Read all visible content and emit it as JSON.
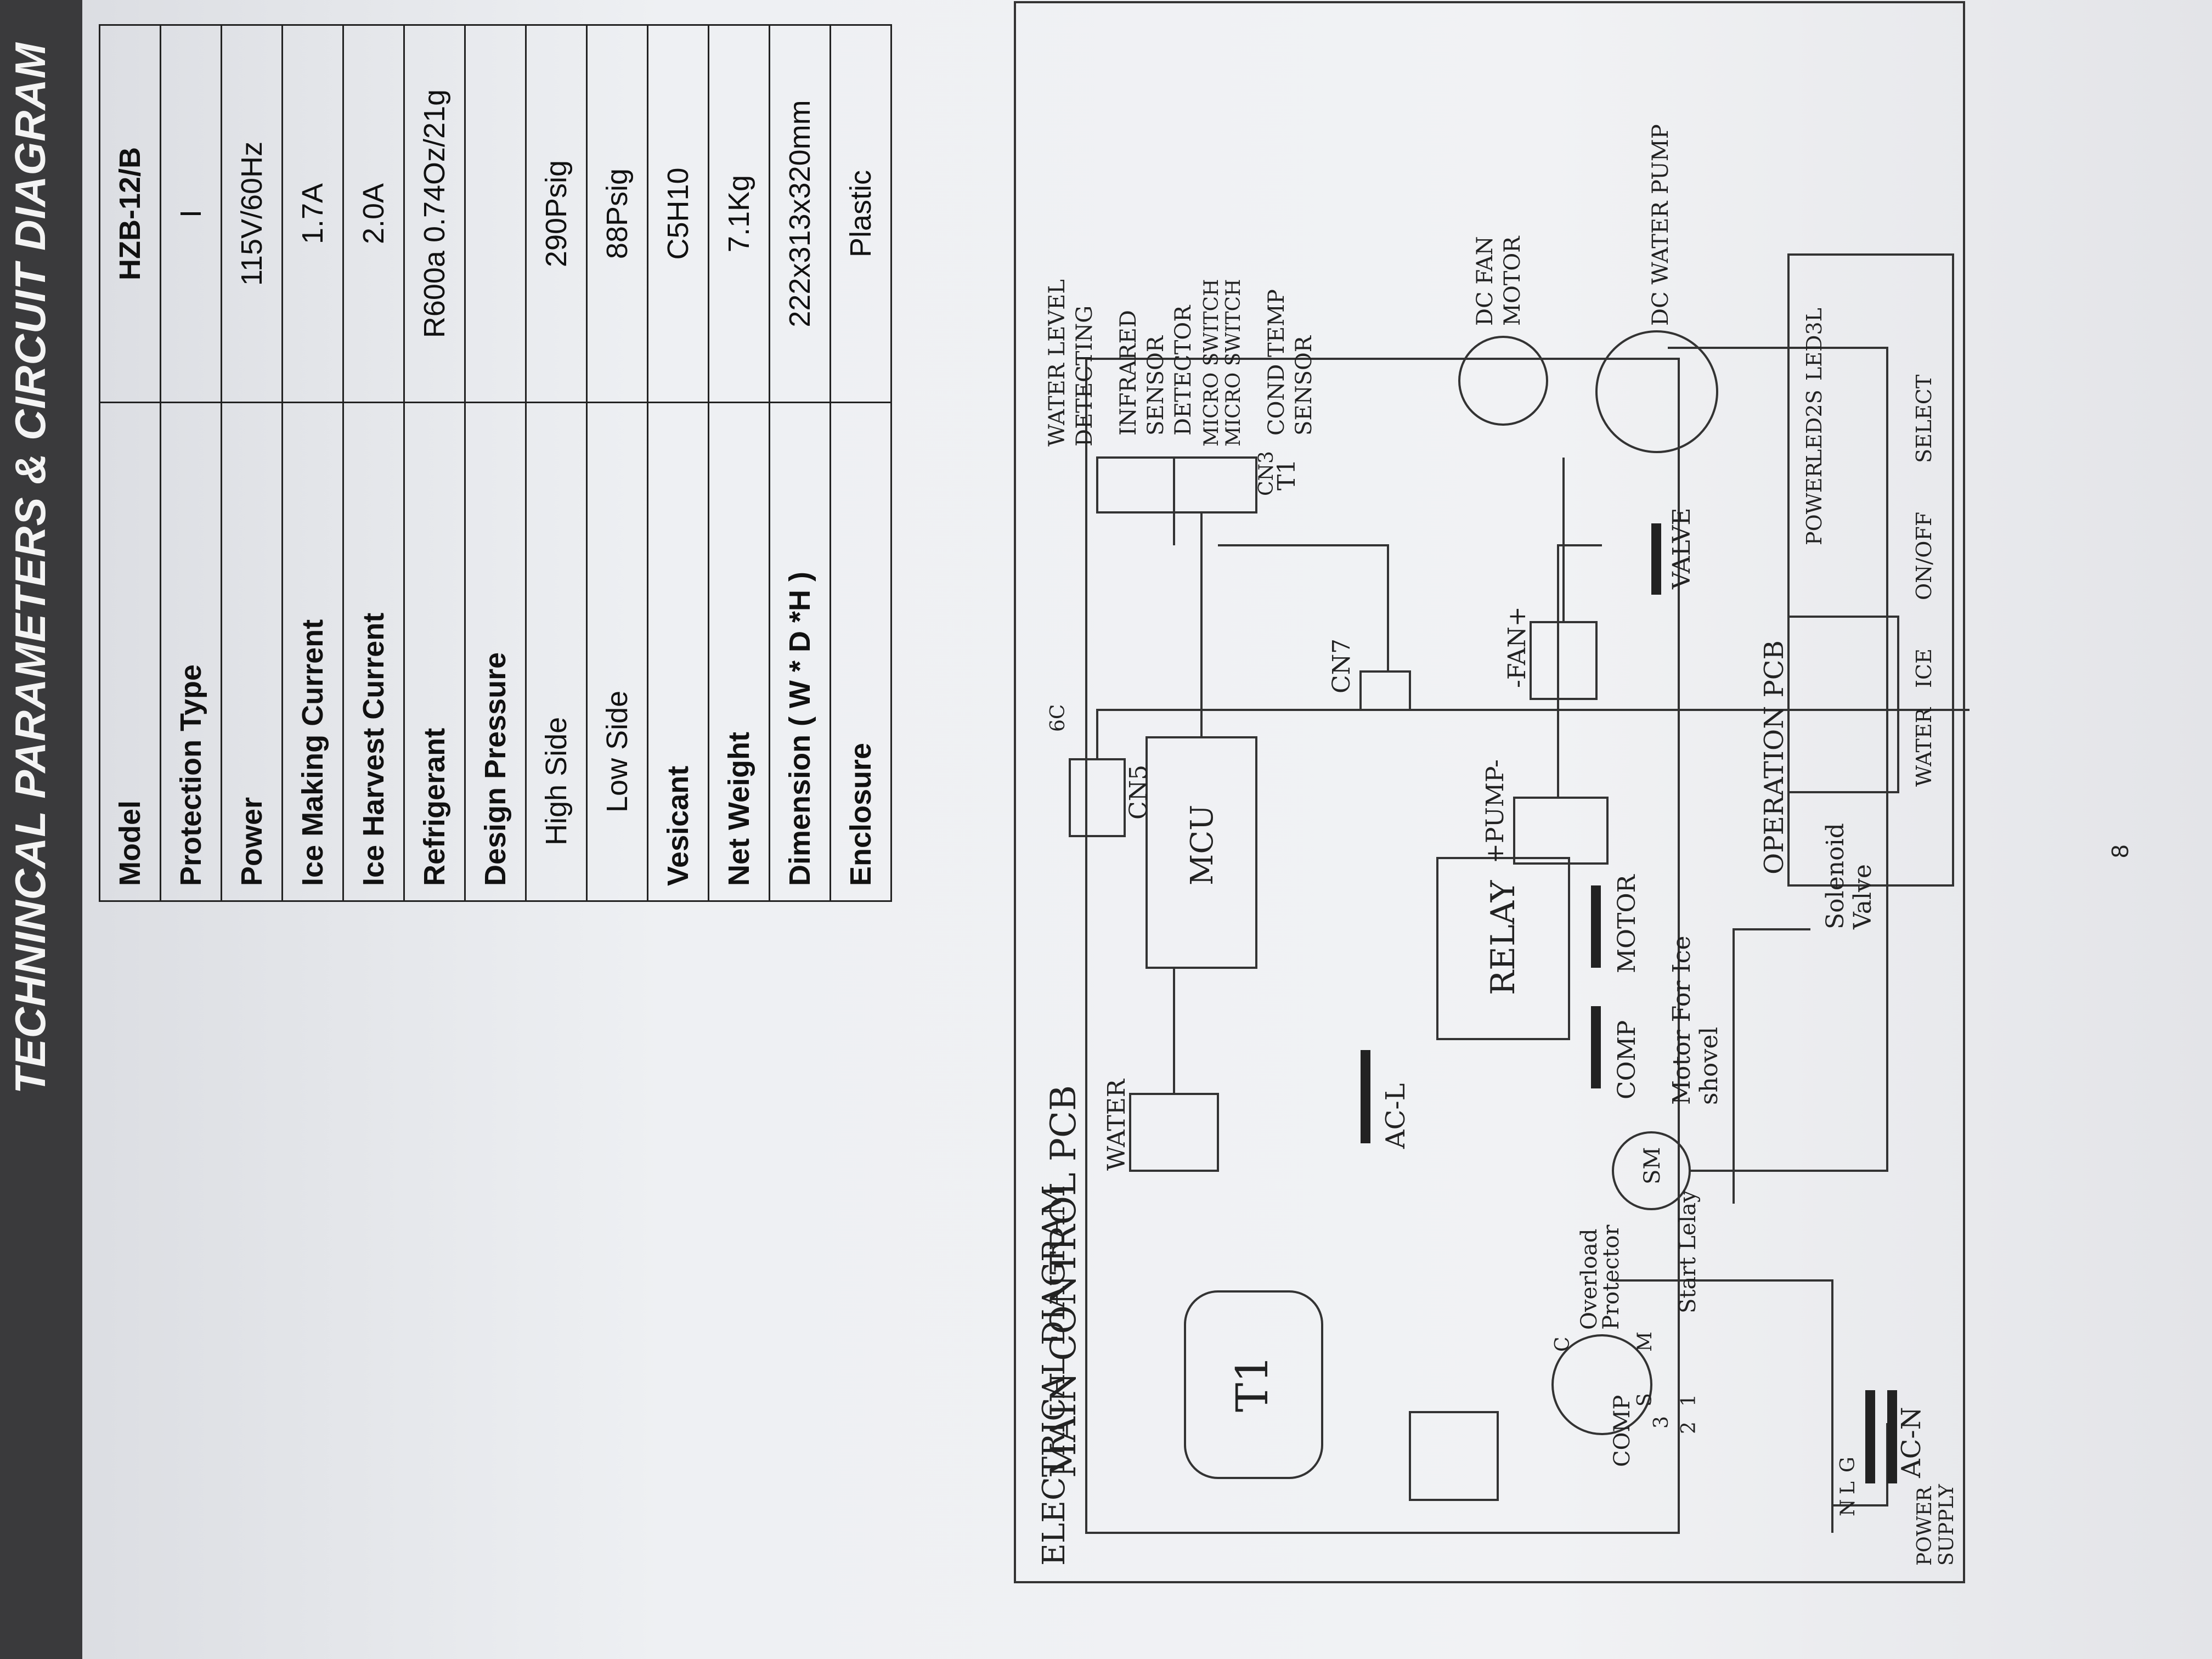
{
  "header": {
    "title": "TECHNINCAL PARAMETERS & CIRCUIT DIAGRAM"
  },
  "params": {
    "rows": [
      {
        "label": "Model",
        "value": "HZB-12/B",
        "value_bold": true
      },
      {
        "label": "Protection Type",
        "value": "I"
      },
      {
        "label": "Power",
        "value": "115V/60Hz"
      },
      {
        "label": "Ice Making Current",
        "value": "1.7A"
      },
      {
        "label": "Ice Harvest Current",
        "value": "2.0A"
      },
      {
        "label": "Refrigerant",
        "value": "R600a   0.74Oz/21g"
      },
      {
        "label": "Design Pressure",
        "value": ""
      },
      {
        "label": "High Side",
        "value": "290Psig"
      },
      {
        "label": "Low Side",
        "value": "88Psig"
      },
      {
        "label": "Vesicant",
        "value": "C5H10"
      },
      {
        "label": "Net Weight",
        "value": "7.1Kg"
      },
      {
        "label": "Dimension ( W * D *H )",
        "value": "222x313x320mm"
      },
      {
        "label": "Enclosure",
        "value": "Plastic"
      }
    ]
  },
  "diagram": {
    "title": "ELECTRICAL DIAGRAM",
    "main_pcb": "MAIN CONTROL PCB",
    "t1": "T1",
    "cn5": "CN5",
    "mcu": "MCU",
    "water": "WATER",
    "cn7": "CN7",
    "cn3": "CN3",
    "six_c": "6C",
    "relay": "RELAY",
    "pump": "+PUMP-",
    "fan": "-FAN+",
    "comp": "COMP",
    "motor": "MOTOR",
    "valve": "VALVE",
    "ac_n": "AC-N",
    "ac_l": "AC-L",
    "power_supply_1": "POWER",
    "power_supply_2": "SUPPLY",
    "n": "N",
    "l": "L",
    "g": "G",
    "comp2": "COMP",
    "overload_1": "Overload",
    "overload_2": "Protector",
    "c": "C",
    "m": "M",
    "s": "S",
    "start_lelay": "Start Lelay",
    "num_2": "2",
    "num_1": "1",
    "num_3": "3",
    "motor_ice_1": "Motor For Ice",
    "motor_ice_2": "shovel",
    "sm": "SM",
    "solenoid_1": "Solenoid",
    "solenoid_2": "Valve",
    "water_level_1": "WATER LEVEL",
    "water_level_2": "DETECTING",
    "infrared_1": "INFRARED",
    "infrared_2": "SENSOR",
    "infrared_3": "DETECTOR",
    "micro_1": "MICRO SWITCH",
    "micro_2": "MICRO SWITCH",
    "t1b": "T1",
    "cond_1": "COND TEMP",
    "cond_2": "SENSOR",
    "fan_motor_1": "DC FAN",
    "fan_motor_2": "MOTOR",
    "dc_pump": "DC WATER PUMP",
    "op_pcb": "OPERATION PCB",
    "op_power": "POWER",
    "op_led2s": "LED2S",
    "op_led3l": "LED3L",
    "op_water": "WATER",
    "op_ice": "ICE",
    "op_onoff": "ON/OFF",
    "op_select": "SELECT"
  },
  "page_number": "8"
}
